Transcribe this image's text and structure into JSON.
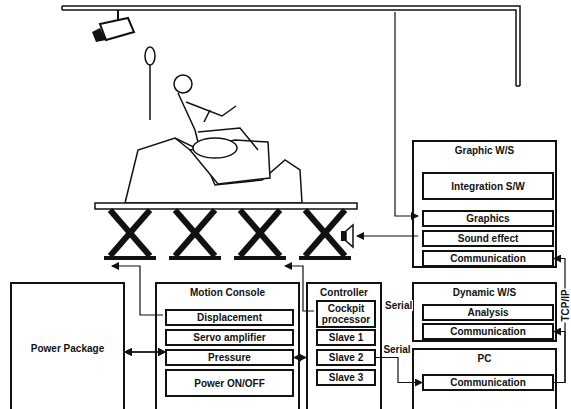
{
  "diagram": {
    "nodes": [
      {
        "text": [
          "Graphic W/S"
        ]
      },
      {
        "text": [
          "Integration S/W"
        ],
        "in": 0
      },
      {
        "text": [
          "Graphics"
        ],
        "in": 0
      },
      {
        "text": [
          "Sound effect"
        ],
        "in": 0
      },
      {
        "text": [
          "Communication"
        ],
        "in": 0
      },
      {
        "text": [
          "Dynamic W/S"
        ]
      },
      {
        "text": [
          "Analysis"
        ],
        "in": 5
      },
      {
        "text": [
          "Communication"
        ],
        "in": 5
      },
      {
        "text": [
          "PC"
        ]
      },
      {
        "text": [
          "Communication"
        ],
        "in": 8
      },
      {
        "text": [
          "Motion Console"
        ]
      },
      {
        "text": [
          "Displacement"
        ],
        "in": 10
      },
      {
        "text": [
          "Servo amplifier"
        ],
        "in": 10
      },
      {
        "text": [
          "Pressure"
        ],
        "in": 10
      },
      {
        "text": [
          "Power ON/OFF"
        ],
        "in": 10
      },
      {
        "text": [
          "Controller"
        ]
      },
      {
        "text": [
          "Cockpit processor"
        ],
        "in": 15
      },
      {
        "text": [
          "Slave 1"
        ],
        "in": 15
      },
      {
        "text": [
          "Slave 2"
        ],
        "in": 15
      },
      {
        "text": [
          "Slave 3"
        ],
        "in": 15
      },
      {
        "text": [
          "Power Package"
        ]
      }
    ],
    "edges": [
      {
        "from": 20,
        "to": 12,
        "arrow": "both"
      },
      {
        "from": 20,
        "to": 13,
        "arrow": "both"
      },
      {
        "from": 20,
        "to": 14,
        "arrow": "both"
      },
      {
        "from": 13,
        "to": 15,
        "arrow": "both"
      },
      {
        "from": 18,
        "to": 9,
        "arrow": "to",
        "label": "Serial"
      },
      {
        "from": 9,
        "to": 4,
        "arrow": "to",
        "label": "TCP/IP"
      },
      {
        "from": 9,
        "to": 7,
        "arrow": "to"
      }
    ],
    "labels": [
      "Serial"
    ]
  }
}
